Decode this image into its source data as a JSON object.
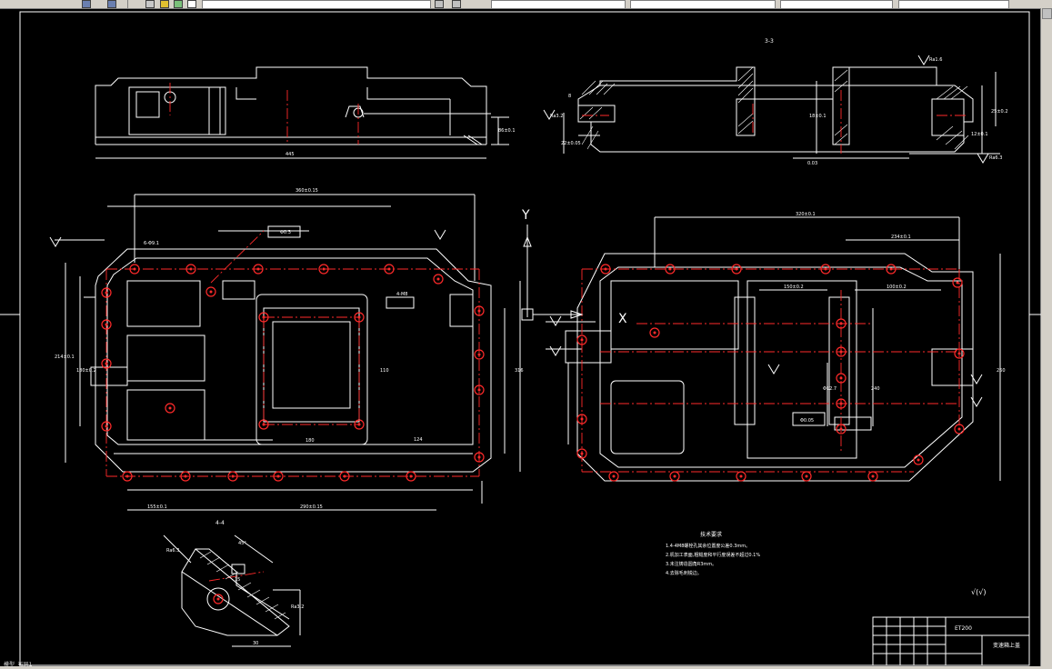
{
  "drawing": {
    "section_top_right": "3-3",
    "section_bottom_left": "4-4",
    "axis_y": "Y",
    "axis_x": "X",
    "tech_req_title": "技术要求",
    "tech_req_items": [
      "1.4-4M8螺栓孔其余位置度公差0.3mm。",
      "2.机加工表面,粗糙度和平行度误差不超过0.1%",
      "3.未注铸造圆角R3mm。",
      "4.去除毛刺锐边。"
    ],
    "roughness_note": "√(√)",
    "title_block": {
      "model": "ET200",
      "part_name": "变速箱上盖"
    }
  },
  "dims": {
    "top_left_length": "445",
    "top_left_height": "86±0.1",
    "plan_overall": "360±0.15",
    "plan_height": "316",
    "plan_left_height": "214±0.1",
    "plan_inner_height": "180±0.2",
    "plan_bottom": "290±0.15",
    "plan_bottom_left": "155±0.1",
    "plan_bottom_mid": "180",
    "plan_right_block": "124",
    "plan_right_h": "110",
    "plan_hole_note": "6-Φ9.1",
    "plan_hole_note2": "4-M8",
    "plan_tol_1": "Φ0.3",
    "right_overall": "320±0.1",
    "right_top": "234±0.1",
    "right_mid": "150±0.2",
    "right_mid2": "100±0.2",
    "right_h": "240",
    "right_h2": "260",
    "right_sub": "Φ12.7",
    "right_tol": "Φ0.05",
    "sec3_h1": "18±0.1",
    "sec3_h2": "25±0.2",
    "sec3_left_h": "8",
    "sec3_left_h2": "22±0.05",
    "sec3_right_h": "12±0.1",
    "sec3_tol": "0.03",
    "ra_1": "Ra3.2",
    "ra_2": "Ra1.6",
    "ra_3": "Ra6.3",
    "sec4_a": "Ra6.3",
    "sec4_b": "45°",
    "sec4_c": "Ra3.2",
    "sec4_d": "30",
    "sec4_e": "15"
  },
  "status": {
    "text": "模型 布局1"
  },
  "colors": {
    "line": "#ffffff",
    "center": "#ff2a2a",
    "hole": "#ff2a2a",
    "bg": "#000000"
  }
}
